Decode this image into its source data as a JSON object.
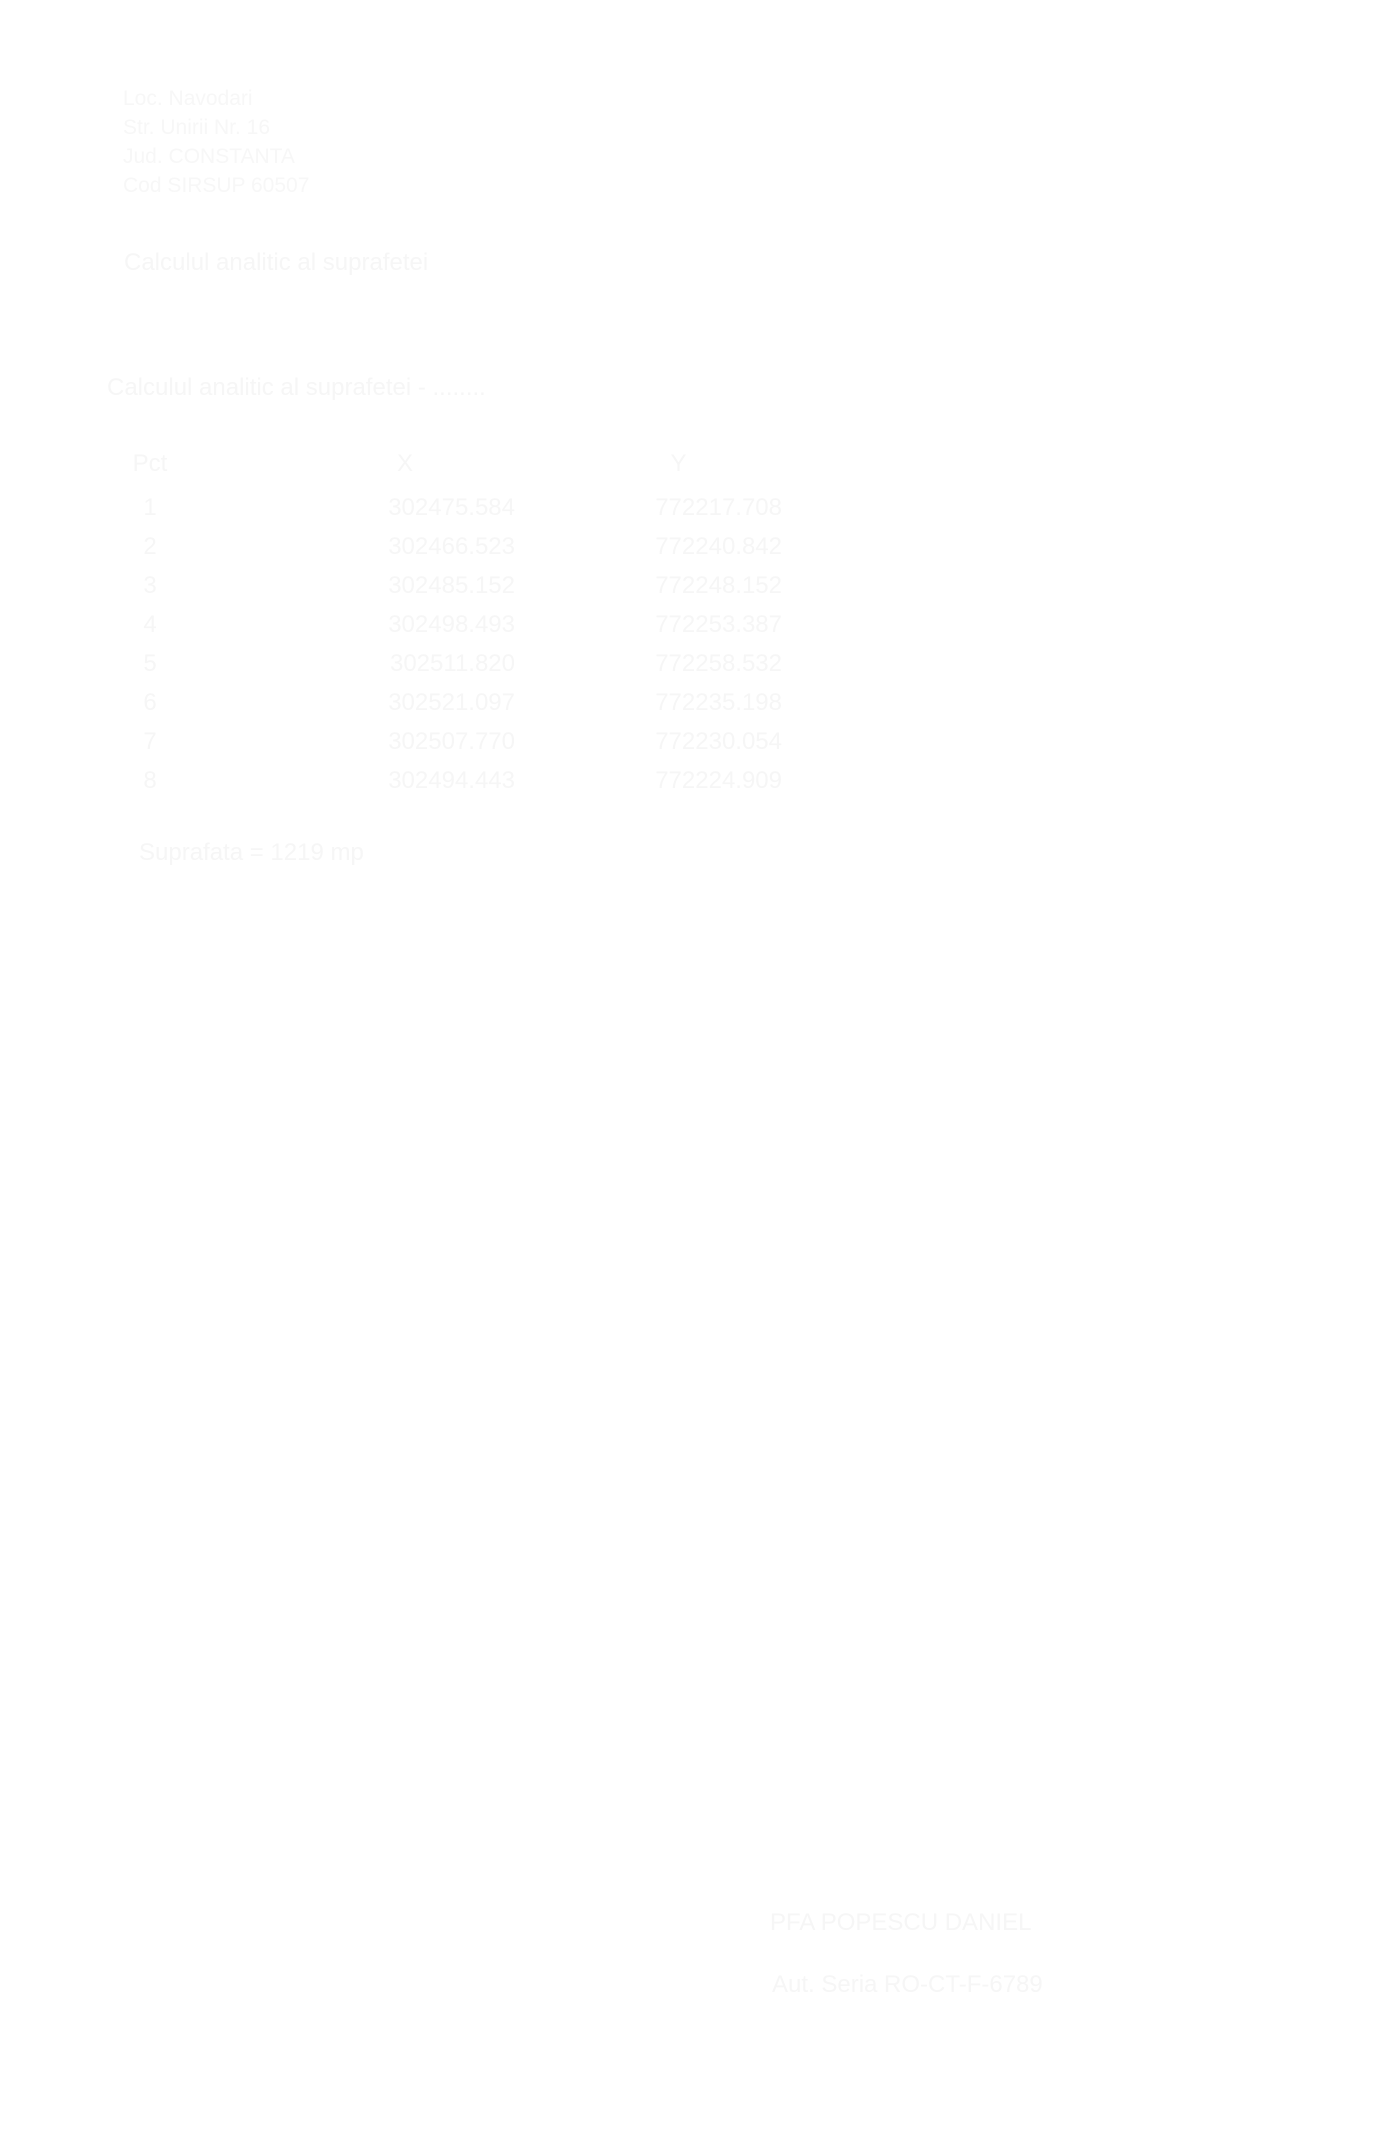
{
  "address": {
    "locality": "Loc. Navodari",
    "street": "Str. Unirii  Nr. 16",
    "county": "Jud. CONSTANTA",
    "cadastral": "Cod SIRSUP 60507"
  },
  "headings": {
    "primary": "Calculul analitic al suprafetei",
    "secondary": "Calculul analitic al suprafetei - ........"
  },
  "table": {
    "columns": [
      "Pct",
      "X",
      "Y"
    ],
    "rows": [
      {
        "pct": "1",
        "x": "302475.584",
        "y": "772217.708"
      },
      {
        "pct": "2",
        "x": "302466.523",
        "y": "772240.842"
      },
      {
        "pct": "3",
        "x": "302485.152",
        "y": "772248.152"
      },
      {
        "pct": "4",
        "x": "302498.493",
        "y": "772253.387"
      },
      {
        "pct": "5",
        "x": "302511.820",
        "y": "772258.532"
      },
      {
        "pct": "6",
        "x": "302521.097",
        "y": "772235.198"
      },
      {
        "pct": "7",
        "x": "302507.770",
        "y": "772230.054"
      },
      {
        "pct": "8",
        "x": "302494.443",
        "y": "772224.909"
      }
    ]
  },
  "area": {
    "text": "Suprafata = 1219 mp"
  },
  "signature": {
    "name": "PFA POPESCU DANIEL",
    "authorization": "Aut. Seria RO-CT-F-6789"
  }
}
